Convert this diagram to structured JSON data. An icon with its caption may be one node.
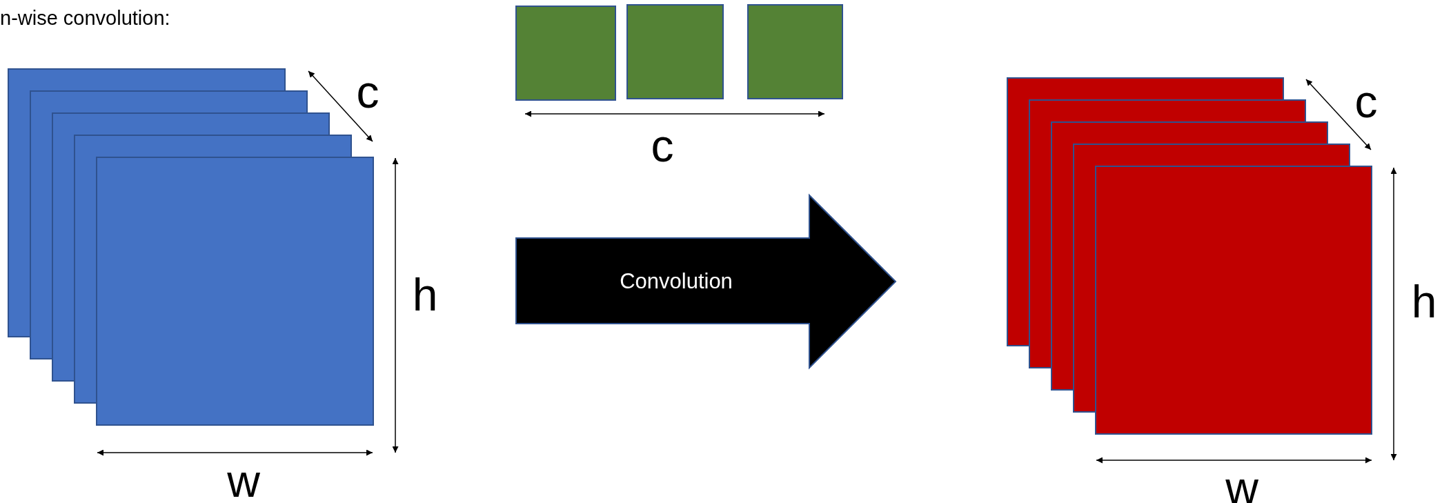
{
  "diagram": {
    "nodes": [
      {
        "text": [
          "Convolution"
        ]
      }
    ],
    "labels": [
      "n-wise convolution:",
      "c",
      "h",
      "w",
      "c",
      "c",
      "h",
      "w"
    ]
  }
}
